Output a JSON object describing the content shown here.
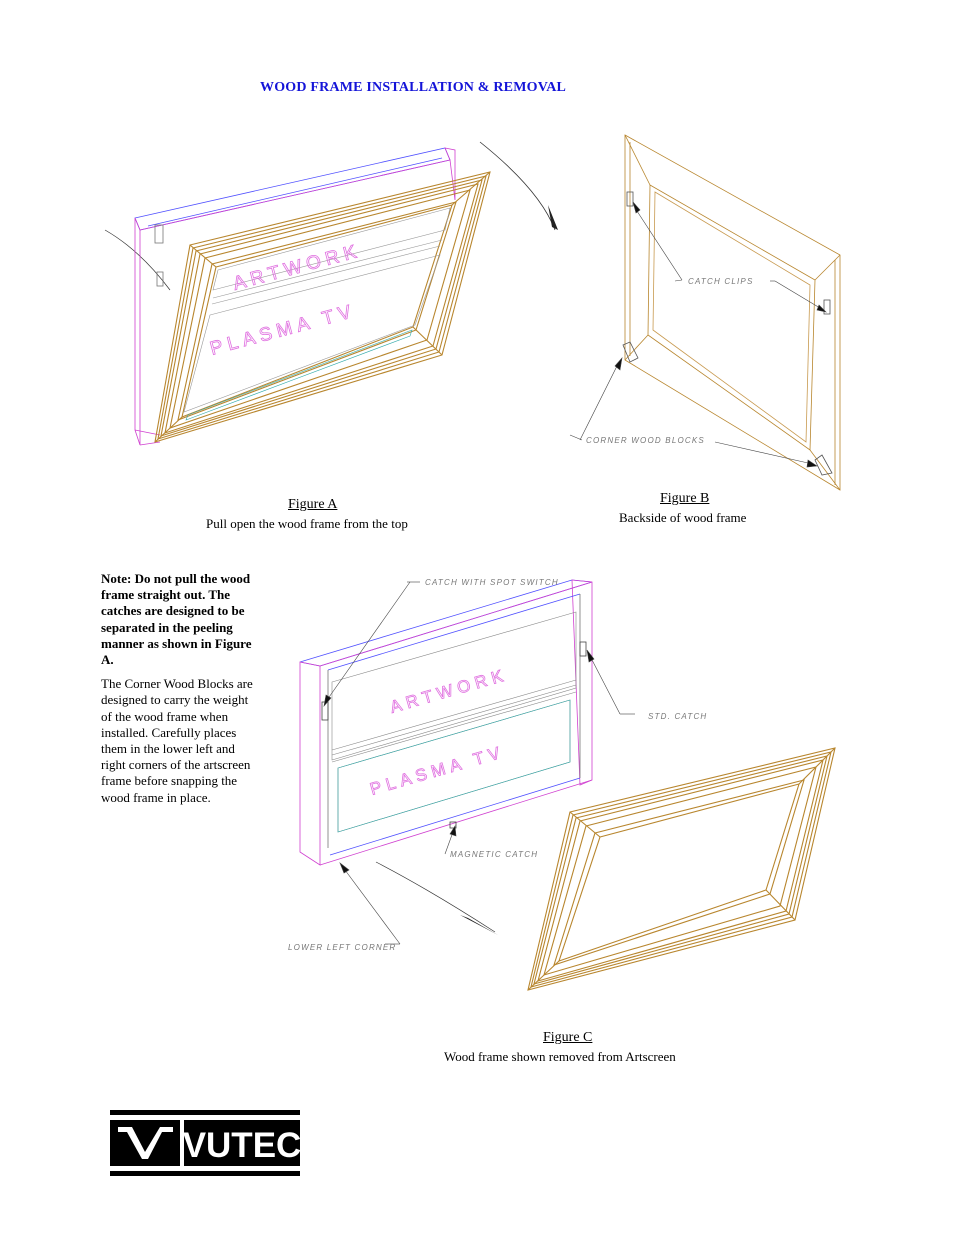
{
  "title": "WOOD FRAME INSTALLATION & REMOVAL",
  "figure_a": {
    "label": "Figure A",
    "caption": "Pull open the wood frame from the top",
    "screen_top_text": "ARTWORK",
    "screen_bottom_text": "PLASMA TV"
  },
  "figure_b": {
    "label": "Figure B",
    "caption": "Backside of wood frame",
    "callout_catch_clips": "CATCH CLIPS",
    "callout_corner_blocks": "CORNER WOOD BLOCKS"
  },
  "figure_c": {
    "label": "Figure C",
    "caption": "Wood frame shown removed from Artscreen",
    "callout_catch_spot": "CATCH WITH SPOT SWITCH",
    "callout_std_catch": "STD. CATCH",
    "callout_magnetic": "MAGNETIC CATCH",
    "callout_lower_left": "LOWER LEFT CORNER",
    "screen_top_text": "ARTWORK",
    "screen_bottom_text": "PLASMA TV"
  },
  "note": {
    "bold_text": "Note: Do not pull the wood frame straight out. The catches are designed to be separated in the peeling manner as shown in Figure A.",
    "body_text": "The Corner Wood Blocks are designed to carry the weight of the wood frame when installed. Carefully places them in the lower left and right corners of the artscreen frame before snapping the wood frame in place."
  },
  "logo": {
    "text": "VUTEC"
  },
  "colors": {
    "title": "#1414d8",
    "wood": "#b8862e",
    "box_magenta": "#d040d0",
    "box_blue": "#5050ff"
  }
}
